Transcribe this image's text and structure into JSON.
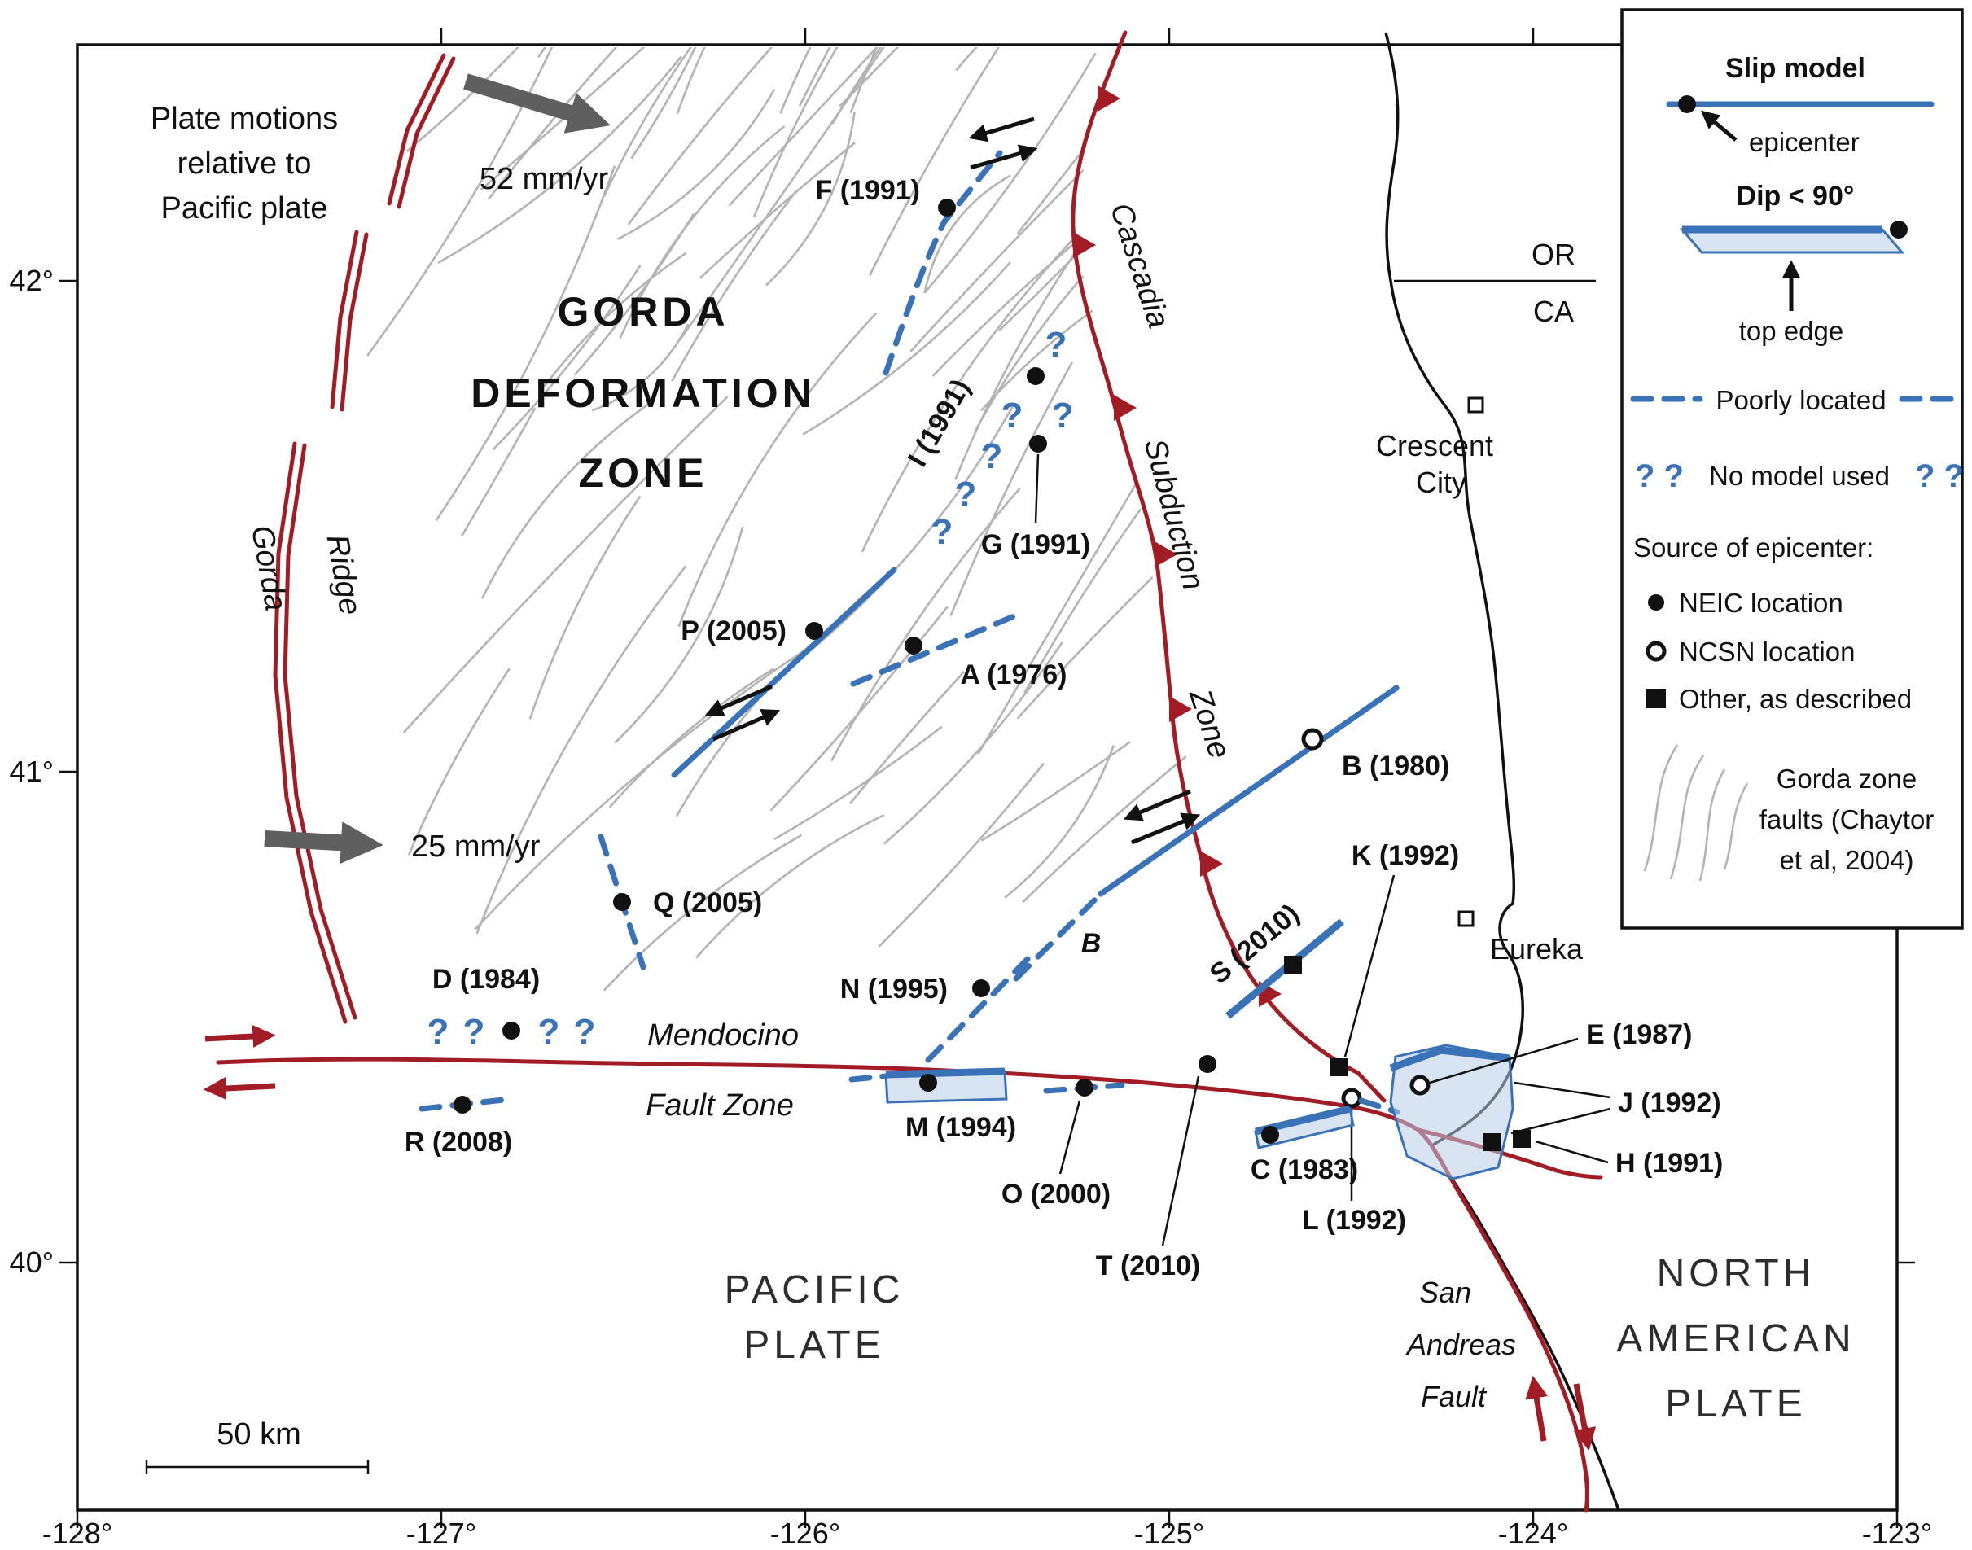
{
  "axes": {
    "x_ticks": [
      "-128°",
      "-127°",
      "-126°",
      "-125°",
      "-124°",
      "-123°"
    ],
    "y_ticks": [
      "42°",
      "41°",
      "40°"
    ]
  },
  "annotations": {
    "plate_motion": [
      "Plate motions",
      "relative to",
      "Pacific plate"
    ],
    "rate_52": "52 mm/yr",
    "rate_25": "25 mm/yr",
    "gorda_zone": [
      "GORDA",
      "DEFORMATION",
      "ZONE"
    ],
    "gorda_ridge": [
      "Gorda",
      "Ridge"
    ],
    "cascadia": [
      "Cascadia",
      "Subduction",
      "Zone"
    ],
    "mendocino": [
      "Mendocino",
      "Fault Zone"
    ],
    "san_andreas": [
      "San",
      "Andreas",
      "Fault"
    ],
    "pacific_plate": [
      "PACIFIC",
      "PLATE"
    ],
    "north_american_plate": [
      "NORTH",
      "AMERICAN",
      "PLATE"
    ],
    "crescent_city": [
      "Crescent",
      "City"
    ],
    "eureka": "Eureka",
    "or": "OR",
    "ca": "CA",
    "scale_bar": "50 km",
    "b_dashed": "B",
    "q_mark": "?"
  },
  "events": {
    "A": "A (1976)",
    "B": "B (1980)",
    "C": "C (1983)",
    "D": "D (1984)",
    "E": "E (1987)",
    "F": "F (1991)",
    "G": "G (1991)",
    "H": "H (1991)",
    "I": "I (1991)",
    "J": "J (1992)",
    "K": "K (1992)",
    "L": "L (1992)",
    "M": "M (1994)",
    "N": "N (1995)",
    "O": "O (2000)",
    "P": "P (2005)",
    "Q": "Q (2005)",
    "R": "R (2008)",
    "S": "S (2010)",
    "T": "T (2010)"
  },
  "legend": {
    "slip_model": "Slip model",
    "epicenter": "epicenter",
    "dip": "Dip < 90°",
    "top_edge": "top edge",
    "poorly_located": "Poorly located",
    "no_model": "No model used",
    "qq": "? ?",
    "source_title": "Source of epicenter:",
    "neic": "NEIC location",
    "ncsn": "NCSN location",
    "other": "Other, as described",
    "gorda_faults": [
      "Gorda zone",
      "faults (Chaytor",
      "et al, 2004)"
    ]
  },
  "colors": {
    "fault_red": "#a21c25",
    "slip_blue": "#3a72b8",
    "slip_fill": "#b9cde8",
    "fabric_gray": "#b3b3b3",
    "arrow_gray": "#5f5f5f"
  }
}
